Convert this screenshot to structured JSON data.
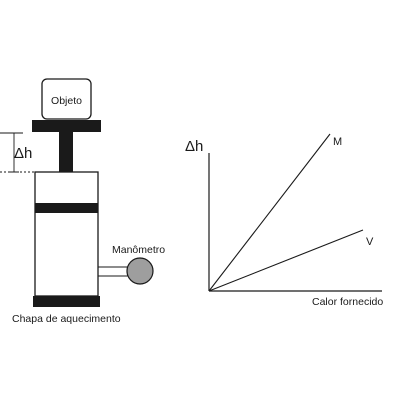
{
  "apparatus": {
    "object_label": "Objeto",
    "delta_h_label": "Δh",
    "manometer_label": "Manômetro",
    "heating_plate_label": "Chapa de aquecimento"
  },
  "graph": {
    "y_axis_label": "Δh",
    "x_axis_label": "Calor fornecido",
    "line_m_label": "M",
    "line_v_label": "V"
  },
  "colors": {
    "ink": "#1a1a1a",
    "manometer_fill": "#9e9e9e"
  }
}
